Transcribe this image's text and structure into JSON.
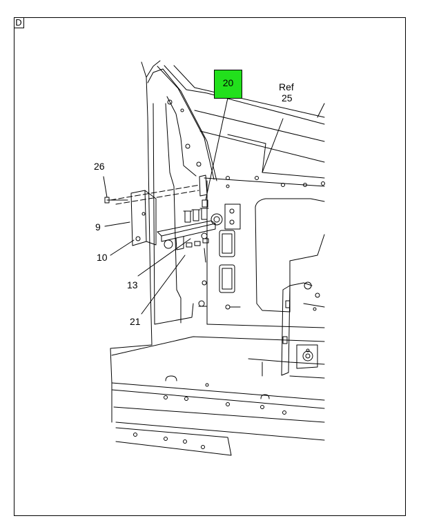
{
  "view_letter": "D",
  "callouts": {
    "c20": "20",
    "ref": "Ref",
    "c25": "25",
    "c26": "26",
    "c9": "9",
    "c10": "10",
    "c13": "13",
    "c21": "21"
  },
  "colors": {
    "highlight": "#22e01c",
    "line": "#000000",
    "background": "#ffffff"
  }
}
